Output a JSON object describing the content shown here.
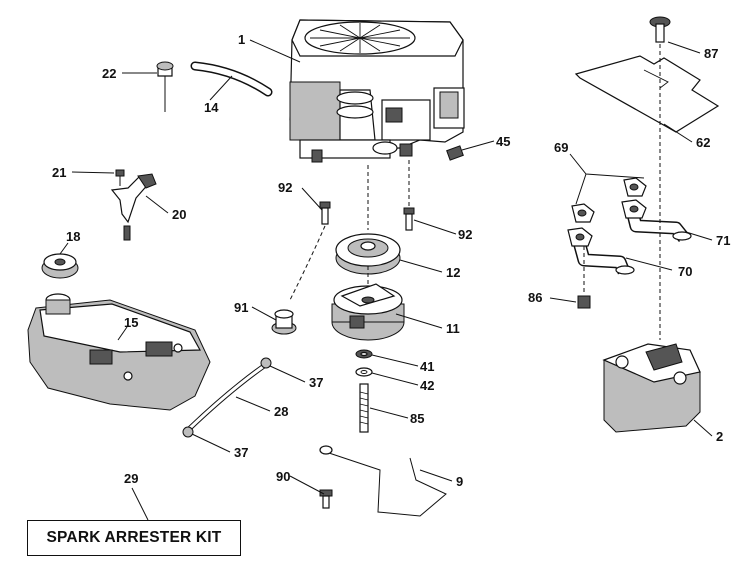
{
  "callouts": {
    "c1": "1",
    "c2": "2",
    "c9": "9",
    "c11": "11",
    "c12": "12",
    "c14": "14",
    "c15": "15",
    "c18": "18",
    "c20": "20",
    "c21": "21",
    "c22": "22",
    "c28": "28",
    "c29": "29",
    "c37a": "37",
    "c37b": "37",
    "c41": "41",
    "c42": "42",
    "c45": "45",
    "c62": "62",
    "c69": "69",
    "c70": "70",
    "c71": "71",
    "c85": "85",
    "c86": "86",
    "c87": "87",
    "c90": "90",
    "c91": "91",
    "c92a": "92",
    "c92b": "92"
  },
  "kit": {
    "label": "SPARK ARRESTER KIT"
  }
}
